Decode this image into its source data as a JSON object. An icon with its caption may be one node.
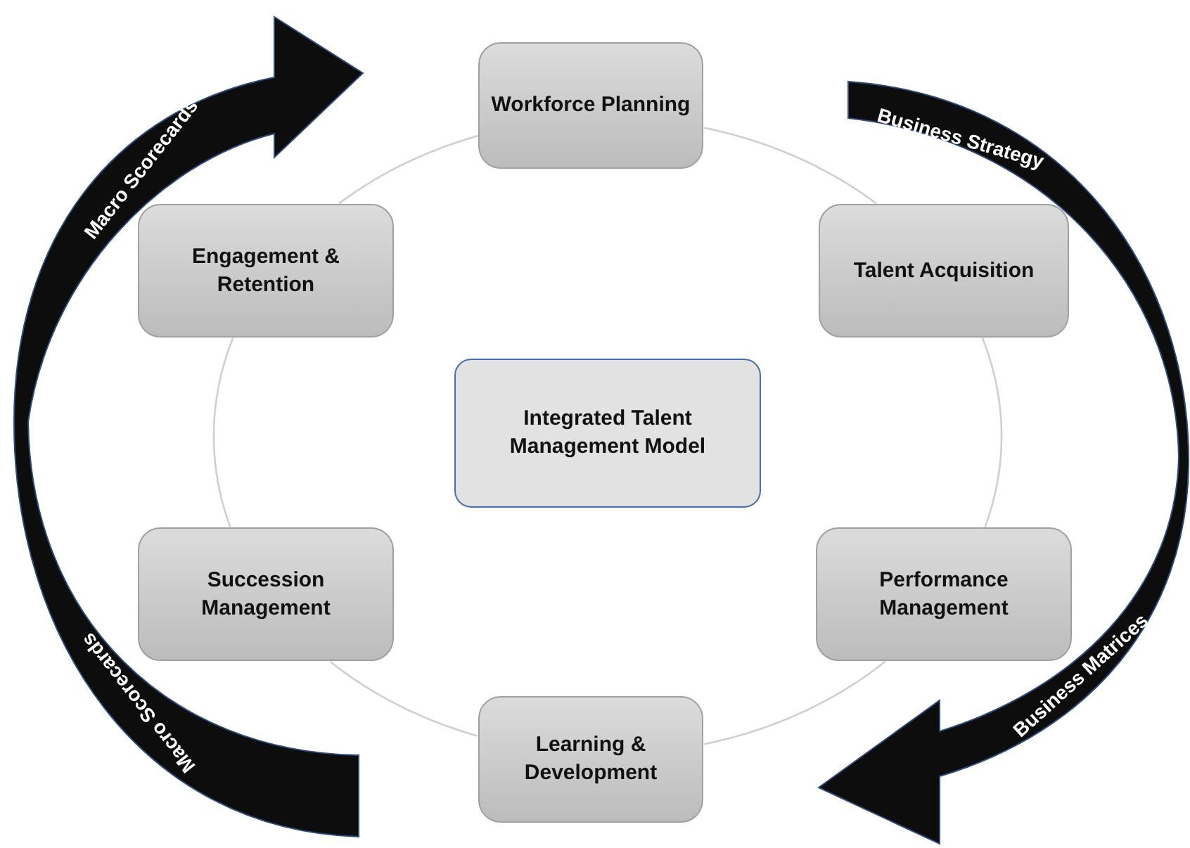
{
  "diagram": {
    "nodes": [
      {
        "text": [
          "Workforce Planning"
        ]
      },
      {
        "text": [
          "Talent Acquisition"
        ]
      },
      {
        "text": [
          "Performance Management"
        ]
      },
      {
        "text": [
          "Learning & Development"
        ]
      },
      {
        "text": [
          "Succession Management"
        ]
      },
      {
        "text": [
          "Engagement & Retention"
        ]
      },
      {
        "text": [
          "Integrated Talent Management Model"
        ]
      }
    ],
    "edges": [
      {
        "from": 0,
        "to": 1,
        "arrow": "none"
      },
      {
        "from": 1,
        "to": 2,
        "arrow": "none"
      },
      {
        "from": 2,
        "to": 3,
        "arrow": "none"
      },
      {
        "from": 3,
        "to": 4,
        "arrow": "none"
      },
      {
        "from": 4,
        "to": 5,
        "arrow": "none"
      },
      {
        "from": 5,
        "to": 0,
        "arrow": "none"
      }
    ],
    "labels": [
      "Macro Scorecards",
      "Business Strategy",
      "Business Matrices",
      "Macro Scorecards"
    ]
  }
}
